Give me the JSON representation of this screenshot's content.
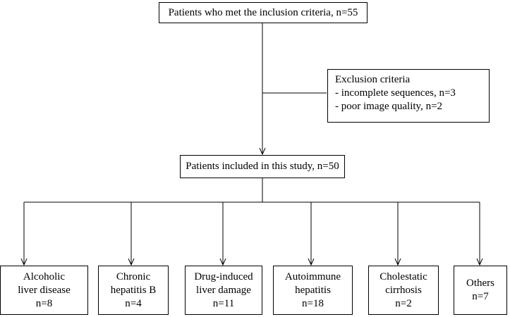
{
  "flowchart": {
    "top_box": "Patients who met the inclusion criteria, n=55",
    "exclusion": {
      "title": "Exclusion criteria",
      "items": [
        "- incomplete sequences, n=3",
        "- poor image quality, n=2"
      ]
    },
    "included_box": "Patients included in this study, n=50",
    "categories": [
      {
        "line1": "Alcoholic",
        "line2": "liver disease",
        "count": "n=8"
      },
      {
        "line1": "Chronic",
        "line2": "hepatitis B",
        "count": "n=4"
      },
      {
        "line1": "Drug-induced",
        "line2": "liver damage",
        "count": "n=11"
      },
      {
        "line1": "Autoimmune",
        "line2": "hepatitis",
        "count": "n=18"
      },
      {
        "line1": "Cholestatic",
        "line2": "cirrhosis",
        "count": "n=2"
      },
      {
        "line1": "Others",
        "line2": "n=7"
      }
    ]
  },
  "colors": {
    "line": "#000000",
    "box_border": "#000000",
    "background": "#ffffff"
  }
}
